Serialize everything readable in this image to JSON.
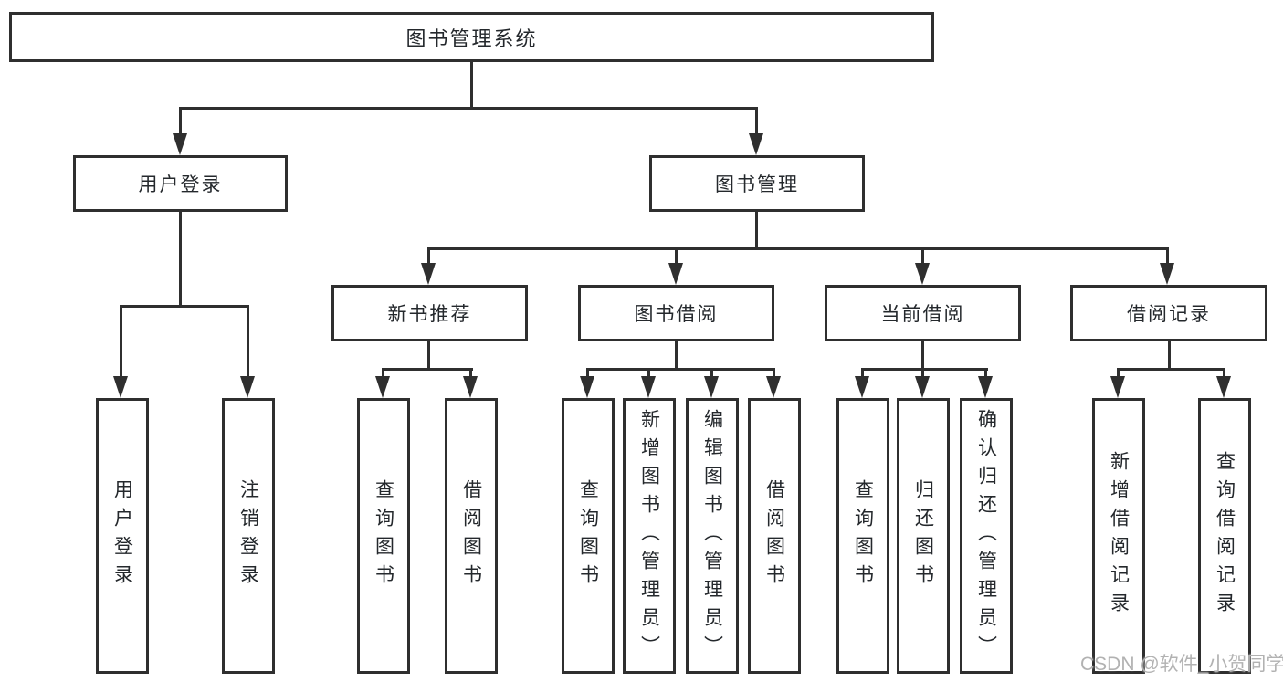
{
  "style": {
    "background": "#ffffff",
    "line_color": "#2f2f2f",
    "text_color": "#24282c",
    "watermark_color": "#b2b2b2"
  },
  "watermark": "CSDN @软件_小贺同学",
  "tree": {
    "root": {
      "label": "图书管理系统"
    },
    "branches": [
      {
        "label": "用户登录",
        "leaves": [
          {
            "label": "用户登录"
          },
          {
            "label": "注销登录"
          }
        ]
      },
      {
        "label": "图书管理",
        "groups": [
          {
            "label": "新书推荐",
            "leaves": [
              {
                "label": "查询图书"
              },
              {
                "label": "借阅图书"
              }
            ]
          },
          {
            "label": "图书借阅",
            "leaves": [
              {
                "label": "查询图书"
              },
              {
                "label": "新增图书（管理员）"
              },
              {
                "label": "编辑图书（管理员）"
              },
              {
                "label": "借阅图书"
              }
            ]
          },
          {
            "label": "当前借阅",
            "leaves": [
              {
                "label": "查询图书"
              },
              {
                "label": "归还图书"
              },
              {
                "label": "确认归还（管理员）"
              }
            ]
          },
          {
            "label": "借阅记录",
            "leaves": [
              {
                "label": "新增借阅记录"
              },
              {
                "label": "查询借阅记录"
              }
            ]
          }
        ]
      }
    ]
  }
}
